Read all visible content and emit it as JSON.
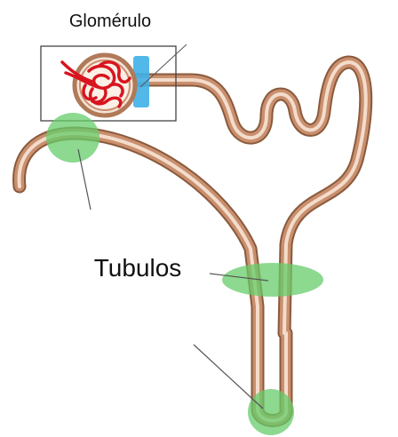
{
  "labels": {
    "glomerulus": "Glomérulo",
    "tubules": "Tubulos"
  },
  "colors": {
    "tubule_outline": "#8a5a3c",
    "tubule_body": "#c98f6e",
    "tubule_lumen": "#f3dccb",
    "glomerulus_capillary": "#d8141e",
    "bowman_capsule": "#b07a58",
    "vessel_pole": "#3fb0e8",
    "highlight": "#66cc6a",
    "pointer_line": "#555555",
    "inset_box": "#444444"
  },
  "icons": {
    "glomerulus": "glomerulus-capillary-tuft",
    "highlight": "green-ellipse-marker"
  }
}
